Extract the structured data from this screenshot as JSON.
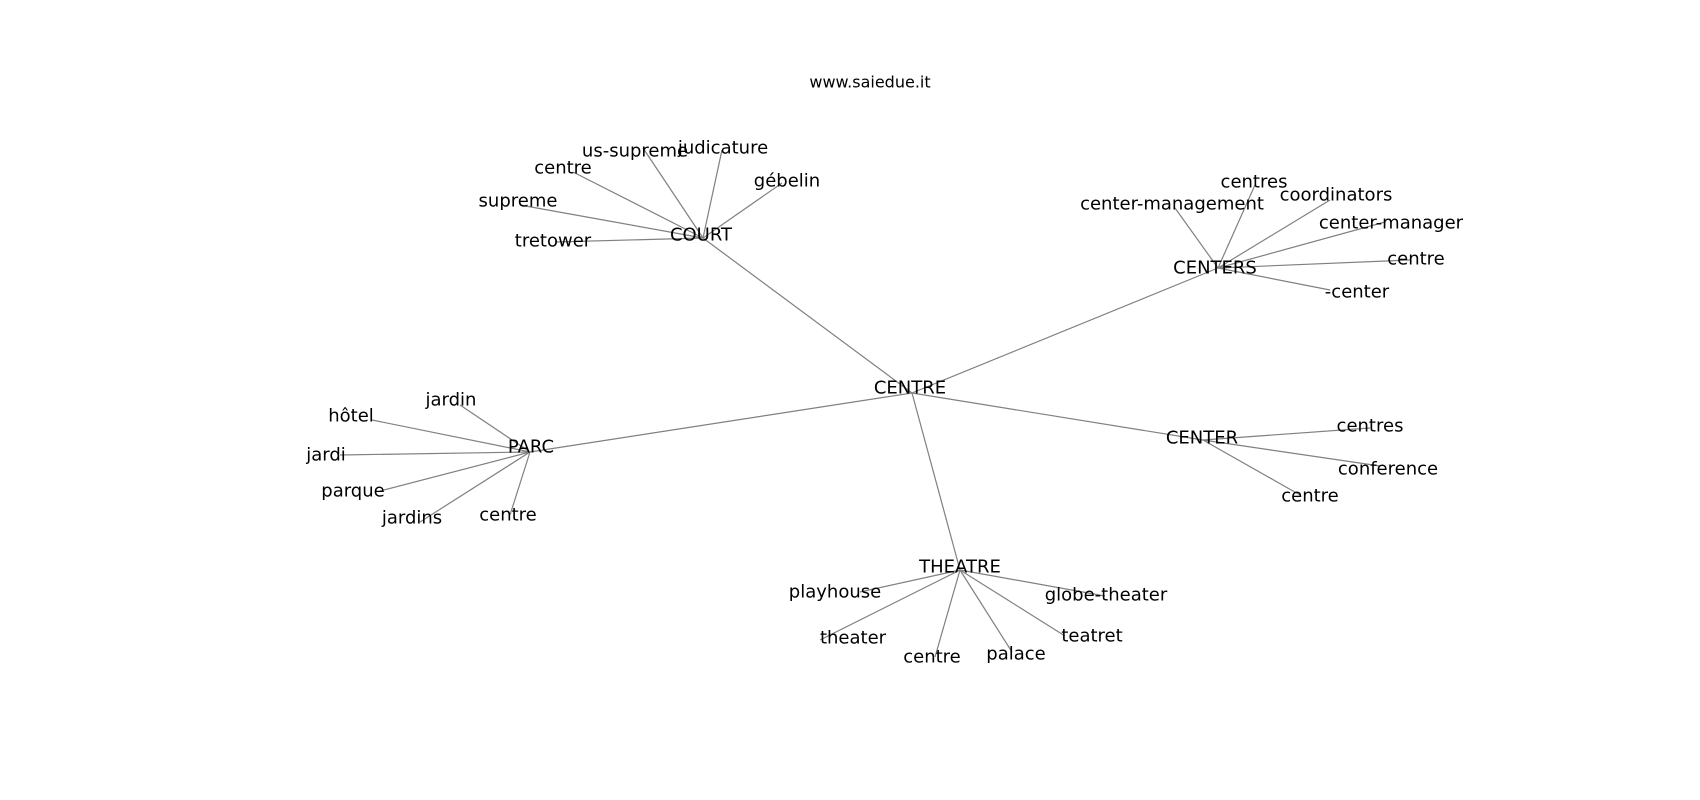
{
  "watermark": "www.saiedue.it",
  "colors": {
    "edge": "#808080",
    "text": "#000000",
    "background": "#ffffff"
  },
  "graph": {
    "root": "CENTRE",
    "clusters": [
      {
        "hub": "COURT",
        "leaves": [
          "us-supreme",
          "judicature",
          "centre",
          "gébelin",
          "supreme",
          "tretower"
        ]
      },
      {
        "hub": "CENTERS",
        "leaves": [
          "centres",
          "center-management",
          "coordinators",
          "center-manager",
          "centre",
          "-center"
        ]
      },
      {
        "hub": "PARC",
        "leaves": [
          "jardin",
          "hôtel",
          "jardi",
          "parque",
          "jardins",
          "centre"
        ]
      },
      {
        "hub": "CENTER",
        "leaves": [
          "centres",
          "conference",
          "centre"
        ]
      },
      {
        "hub": "THEATRE",
        "leaves": [
          "playhouse",
          "globe-theater",
          "theater",
          "teatret",
          "centre",
          "palace"
        ]
      }
    ]
  }
}
